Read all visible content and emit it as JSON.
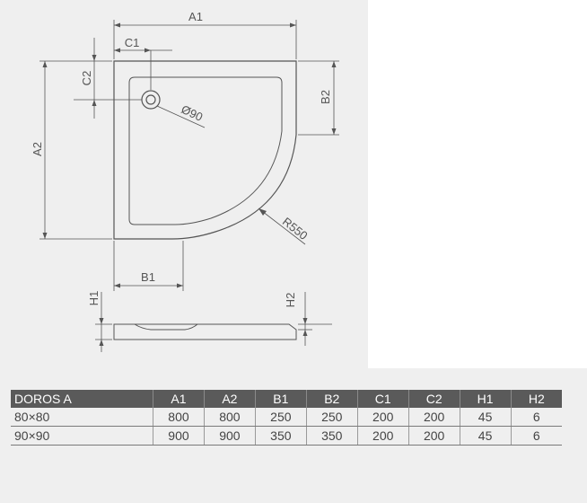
{
  "dimensions": {
    "a1": "A1",
    "a2": "A2",
    "b1": "B1",
    "b2": "B2",
    "c1": "C1",
    "c2": "C2",
    "drain": "Ø90",
    "radius": "R550",
    "h1": "H1",
    "h2": "H2"
  },
  "table": {
    "headers": [
      "DOROS A",
      "A1",
      "A2",
      "B1",
      "B2",
      "C1",
      "C2",
      "H1",
      "H2"
    ],
    "rows": [
      [
        "80×80",
        "800",
        "800",
        "250",
        "250",
        "200",
        "200",
        "45",
        "6"
      ],
      [
        "90×90",
        "900",
        "900",
        "350",
        "350",
        "200",
        "200",
        "45",
        "6"
      ]
    ]
  },
  "colors": {
    "panel_bg": "#efefef",
    "line": "#555555",
    "header_bg": "#5a5a5a"
  }
}
